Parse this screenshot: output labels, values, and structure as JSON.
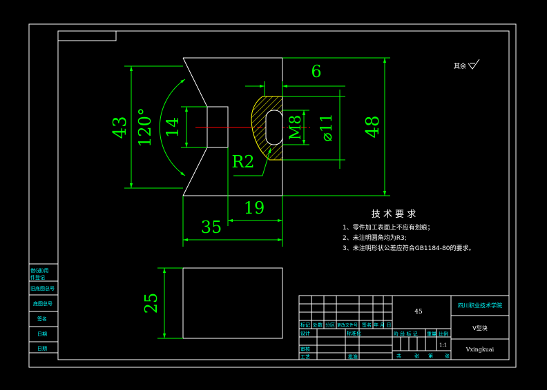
{
  "colors": {
    "background": "#000000",
    "line": "#ffffff",
    "dimension": "#00ff00",
    "centerline": "#ff0000",
    "hatch": "#ffff00",
    "title_text": "#00ffff"
  },
  "dimensions": {
    "d43": "43",
    "d120": "120°",
    "d14": "14",
    "d6": "6",
    "dM8": "M8",
    "d11": "⌀11",
    "d48": "48",
    "dR2": "R2",
    "d19": "19",
    "d35": "35",
    "d25": "25"
  },
  "surface_note": "其余",
  "tech_requirements": {
    "title": "技 术 要 求",
    "items": [
      "1、零件加工表面上不应有划痕；",
      "2、未注明圆角均为R3;",
      "3、未注明形状公差应符合GB1184-80的要求。"
    ]
  },
  "side_column": [
    "借(通)用",
    "件登记",
    "旧底图总号",
    "底图总号",
    "签名",
    "日期",
    "日期"
  ],
  "title_block": {
    "material": "45",
    "institution": "四川职业技术学院",
    "part_name": "V型块",
    "drawing_code": "Vxingkuai",
    "header_labels": [
      "标记",
      "处数",
      "分区",
      "更改文件号",
      "签名",
      "年 月 日"
    ],
    "role_labels": [
      "设计",
      "审核",
      "工艺"
    ],
    "std_labels": [
      "标准化",
      "批准"
    ],
    "stage_labels": [
      "阶 段 标 记",
      "重量",
      "比例"
    ],
    "scale_value": "1:1",
    "sheet_labels": [
      "共",
      "张",
      "第",
      "张"
    ]
  }
}
